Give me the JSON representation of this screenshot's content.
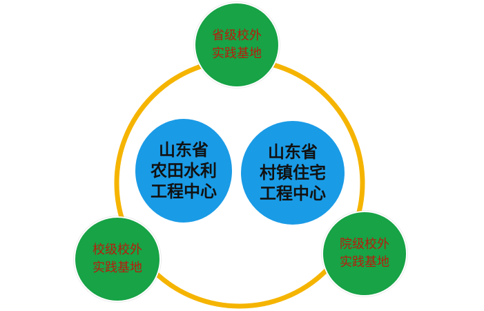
{
  "diagram": {
    "ring_color": "#f5b400",
    "base_color": "#17a346",
    "base_text_color": "#b81c0c",
    "center_color": "#1a9be6",
    "center_text_color": "#111111",
    "bases": [
      {
        "lines": [
          "省级校外",
          "实践基地"
        ]
      },
      {
        "lines": [
          "校级校外",
          "实践基地"
        ]
      },
      {
        "lines": [
          "院级校外",
          "实践基地"
        ]
      }
    ],
    "centers": [
      {
        "lines": [
          "山东省",
          "农田水利",
          "工程中心"
        ]
      },
      {
        "lines": [
          "山东省",
          "村镇住宅",
          "工程中心"
        ]
      }
    ]
  }
}
